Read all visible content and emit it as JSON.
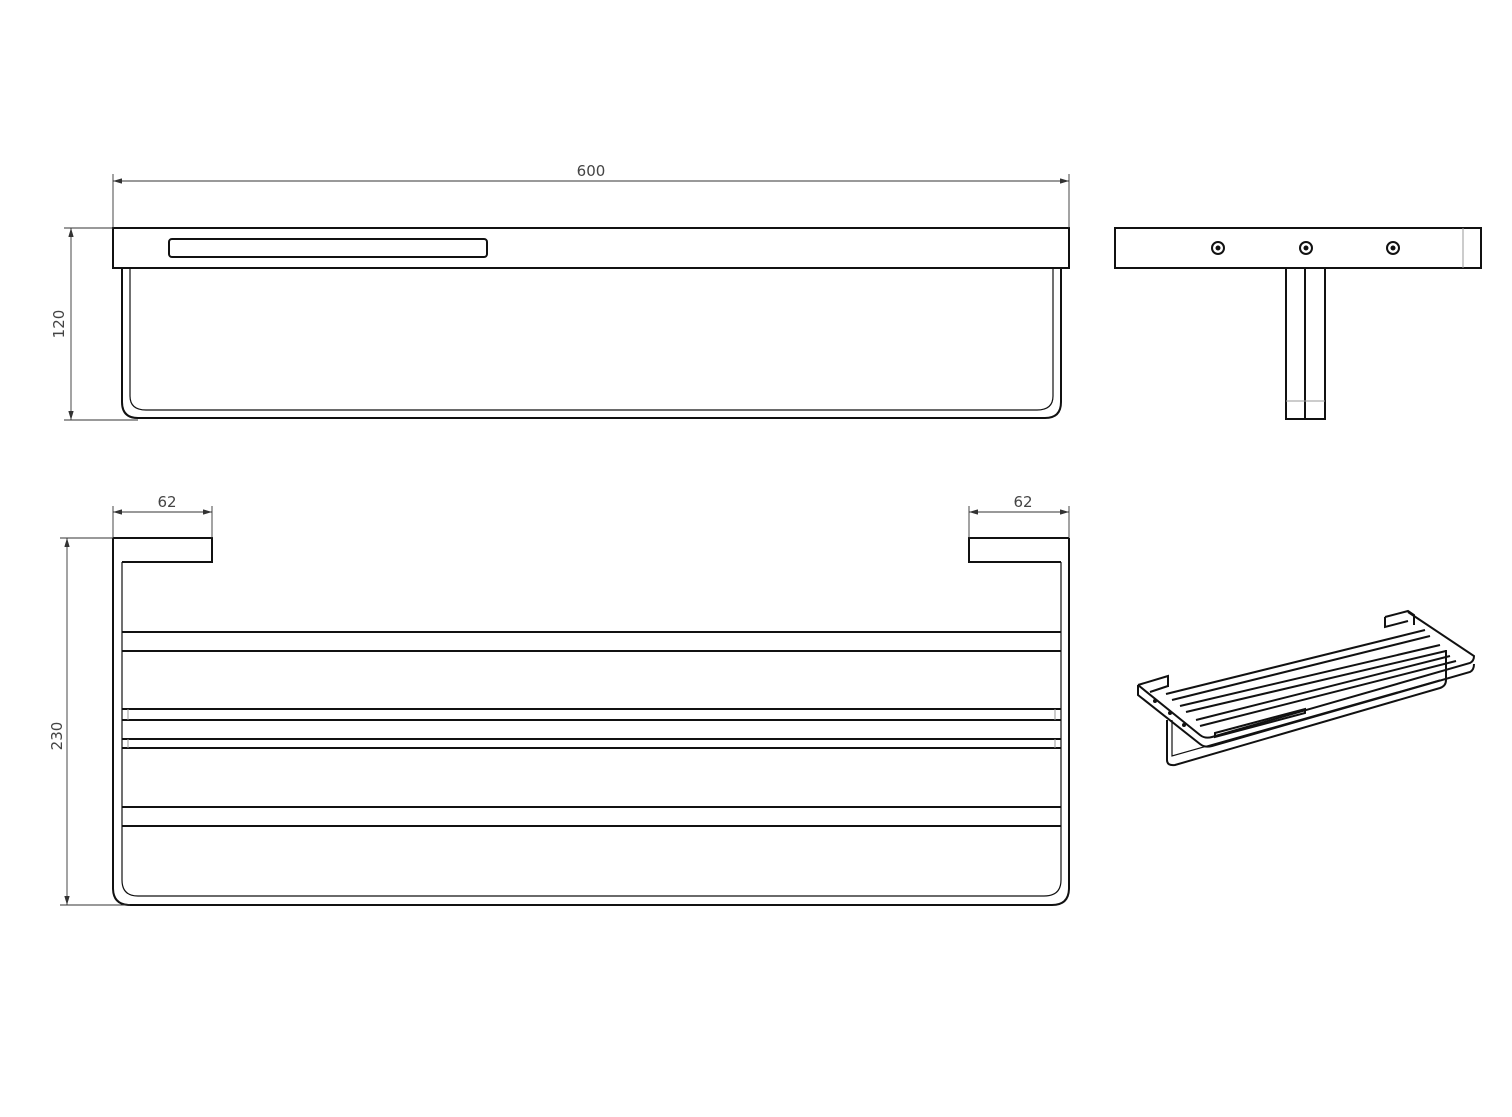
{
  "drawing": {
    "front_view": {
      "width_dim": "600",
      "height_dim": "120"
    },
    "side_view": {
      "screw_count": 3
    },
    "plan_view": {
      "left_tab_dim": "62",
      "right_tab_dim": "62",
      "depth_dim": "230"
    },
    "isometric_view": {}
  },
  "colors": {
    "line": "#111111",
    "dimension": "#333333",
    "hidden": "#999999"
  }
}
